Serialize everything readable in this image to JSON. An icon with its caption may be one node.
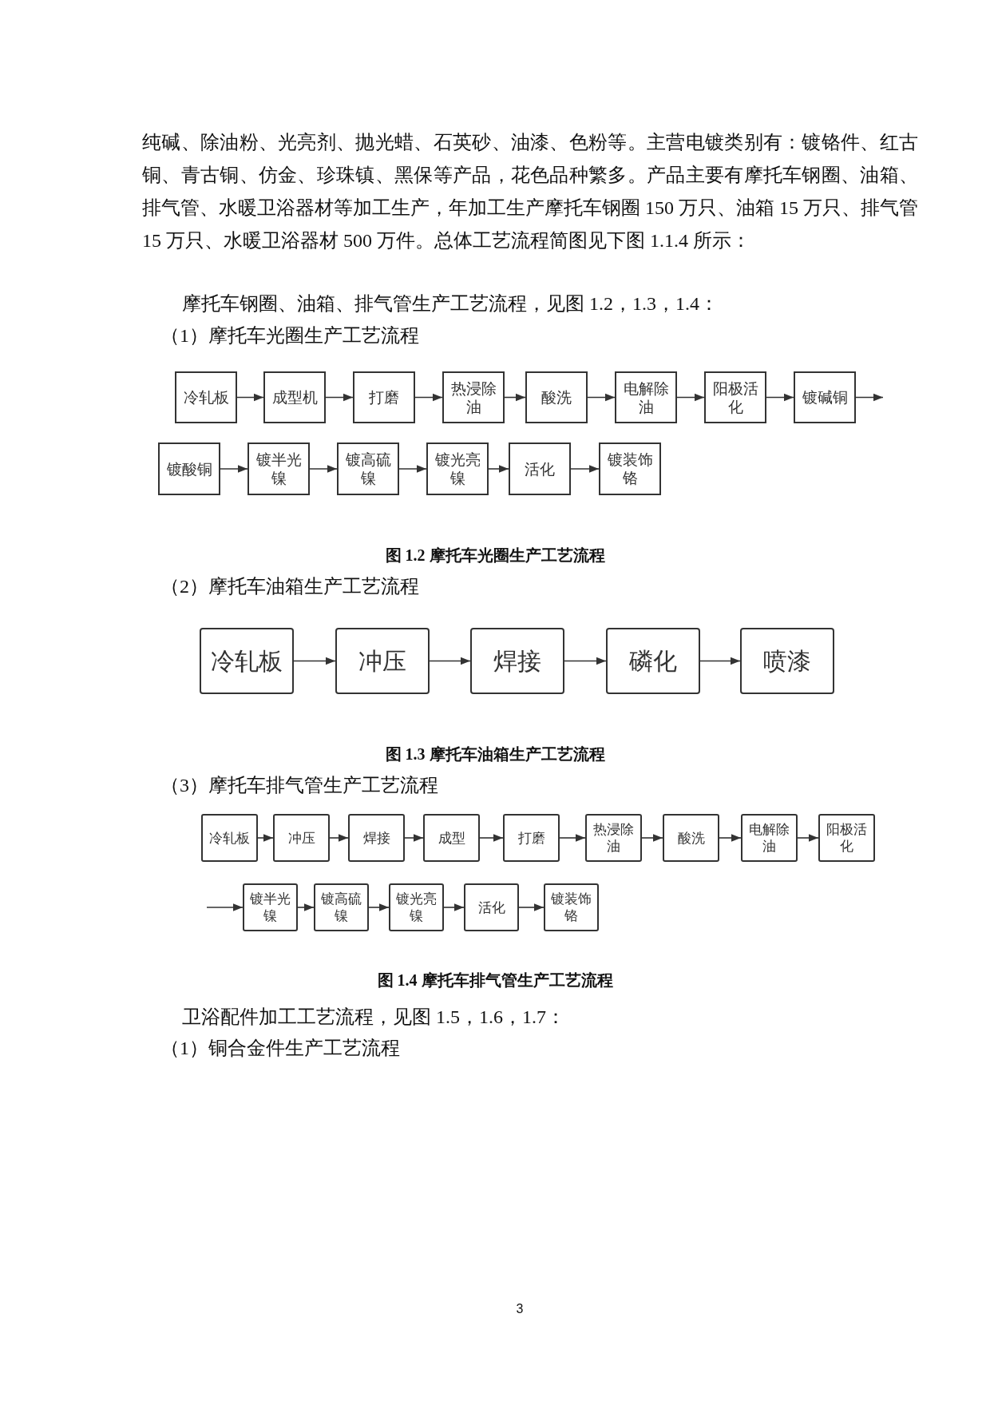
{
  "diagram": {
    "nodes": [
      {
        "text": [
          "冷轧板"
        ]
      },
      {
        "text": [
          "成型机"
        ]
      },
      {
        "text": [
          "打磨"
        ]
      },
      {
        "text": [
          "热浸除油"
        ]
      },
      {
        "text": [
          "酸洗"
        ]
      },
      {
        "text": [
          "电解除油"
        ]
      },
      {
        "text": [
          "阳极活化"
        ]
      },
      {
        "text": [
          "镀碱铜"
        ]
      },
      {
        "text": [
          "镀酸铜"
        ]
      },
      {
        "text": [
          "镀半光镍"
        ]
      },
      {
        "text": [
          "镀高硫镍"
        ]
      },
      {
        "text": [
          "镀光亮镍"
        ]
      },
      {
        "text": [
          "活化"
        ]
      },
      {
        "text": [
          "镀装饰铬"
        ]
      },
      {
        "text": [
          "冷轧板"
        ]
      },
      {
        "text": [
          "冲压"
        ]
      },
      {
        "text": [
          "焊接"
        ]
      },
      {
        "text": [
          "磷化"
        ]
      },
      {
        "text": [
          "喷漆"
        ]
      },
      {
        "text": [
          "冷轧板"
        ]
      },
      {
        "text": [
          "冲压"
        ]
      },
      {
        "text": [
          "焊接"
        ]
      },
      {
        "text": [
          "成型"
        ]
      },
      {
        "text": [
          "打磨"
        ]
      },
      {
        "text": [
          "热浸除油"
        ]
      },
      {
        "text": [
          "酸洗"
        ]
      },
      {
        "text": [
          "电解除油"
        ]
      },
      {
        "text": [
          "阳极活化"
        ]
      },
      {
        "text": [
          "镀半光镍"
        ]
      },
      {
        "text": [
          "镀高硫镍"
        ]
      },
      {
        "text": [
          "镀光亮镍"
        ]
      },
      {
        "text": [
          "活化"
        ]
      },
      {
        "text": [
          "镀装饰铬"
        ]
      }
    ],
    "edges": [
      {
        "from": 0,
        "to": 1,
        "arrow": "to"
      },
      {
        "from": 1,
        "to": 2,
        "arrow": "to"
      },
      {
        "from": 2,
        "to": 3,
        "arrow": "to"
      },
      {
        "from": 3,
        "to": 4,
        "arrow": "to"
      },
      {
        "from": 4,
        "to": 5,
        "arrow": "to"
      },
      {
        "from": 5,
        "to": 6,
        "arrow": "to"
      },
      {
        "from": 6,
        "to": 7,
        "arrow": "to"
      },
      {
        "from": 7,
        "to": null,
        "arrow": "to"
      },
      {
        "from": 8,
        "to": 9,
        "arrow": "to"
      },
      {
        "from": 9,
        "to": 10,
        "arrow": "to"
      },
      {
        "from": 10,
        "to": 11,
        "arrow": "to"
      },
      {
        "from": 11,
        "to": 12,
        "arrow": "to"
      },
      {
        "from": 12,
        "to": 13,
        "arrow": "to"
      },
      {
        "from": 14,
        "to": 15,
        "arrow": "to"
      },
      {
        "from": 15,
        "to": 16,
        "arrow": "to"
      },
      {
        "from": 16,
        "to": 17,
        "arrow": "to"
      },
      {
        "from": 17,
        "to": 18,
        "arrow": "to"
      },
      {
        "from": 19,
        "to": 20,
        "arrow": "to"
      },
      {
        "from": 20,
        "to": 21,
        "arrow": "to"
      },
      {
        "from": 21,
        "to": 22,
        "arrow": "to"
      },
      {
        "from": 22,
        "to": 23,
        "arrow": "to"
      },
      {
        "from": 23,
        "to": 24,
        "arrow": "to"
      },
      {
        "from": 24,
        "to": 25,
        "arrow": "to"
      },
      {
        "from": 25,
        "to": 26,
        "arrow": "to"
      },
      {
        "from": 26,
        "to": 27,
        "arrow": "to"
      },
      {
        "from": null,
        "to": 28,
        "arrow": "to"
      },
      {
        "from": 28,
        "to": 29,
        "arrow": "to"
      },
      {
        "from": 29,
        "to": 30,
        "arrow": "to"
      },
      {
        "from": 30,
        "to": 31,
        "arrow": "to"
      },
      {
        "from": 31,
        "to": 32,
        "arrow": "to"
      }
    ],
    "labels": [
      "纯碱、除油粉、光亮剂、抛光蜡、石英砂、油漆、色粉等。主营电镀类别有：镀铬件、红古铜、青古铜、仿金、珍珠镇、黑保等产品，花色品种繁多。产品主要有摩托车钢圈、油箱、排气管、水暖卫浴器材等加工生产，年加工生产摩托车钢圈 150 万只、油箱 15 万只、排气管 15 万只、水暖卫浴器材 500 万件。总体工艺流程简图见下图 1.1.4 所示：",
      "摩托车钢圈、油箱、排气管生产工艺流程，见图 1.2，1.3，1.4：",
      "（1）摩托车光圈生产工艺流程",
      "图 1.2 摩托车光圈生产工艺流程",
      "（2）摩托车油箱生产工艺流程",
      "图 1.3 摩托车油箱生产工艺流程",
      "（3）摩托车排气管生产工艺流程",
      "图 1.4 摩托车排气管生产工艺流程",
      "卫浴配件加工工艺流程，见图 1.5，1.6，1.7：",
      "（1）铜合金件生产工艺流程",
      "3"
    ]
  }
}
